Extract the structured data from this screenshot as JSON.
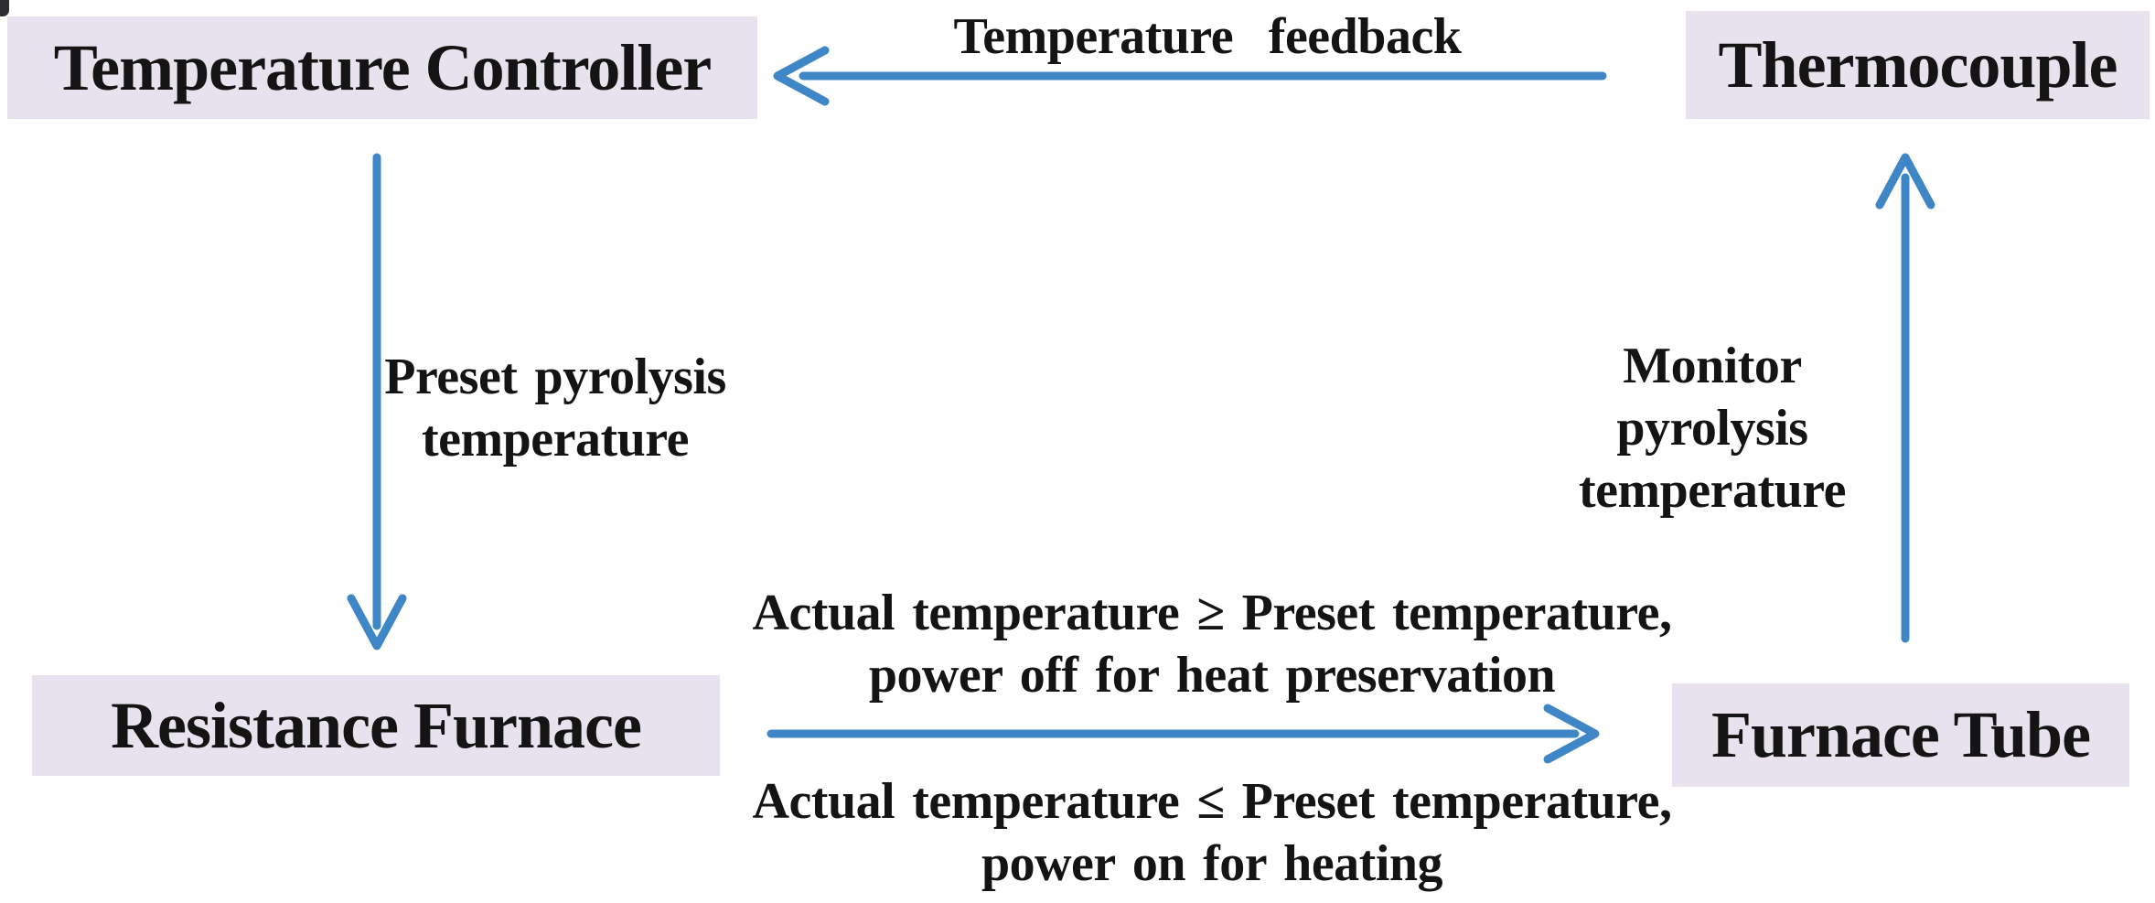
{
  "colors": {
    "background": "#ffffff",
    "box_fill": "#e8e2ee",
    "box_text": "#141414",
    "label_text": "#141414",
    "arrow": "#3e86c5"
  },
  "nodes": {
    "temperature_controller": "Temperature Controller",
    "thermocouple": "Thermocouple",
    "resistance_furnace": "Resistance Furnace",
    "furnace_tube": "Furnace Tube"
  },
  "edges": {
    "feedback": {
      "from": "Thermocouple",
      "to": "Temperature Controller",
      "direction": "left",
      "lines": [
        "Temperature feedback"
      ]
    },
    "preset": {
      "from": "Temperature Controller",
      "to": "Resistance Furnace",
      "direction": "down",
      "lines": [
        "Preset pyrolysis",
        "temperature"
      ]
    },
    "power": {
      "from": "Resistance Furnace",
      "to": "Furnace Tube",
      "direction": "right",
      "label_above_lines": [
        "Actual temperature ≥ Preset temperature,",
        "power off for heat preservation"
      ],
      "label_below_lines": [
        "Actual temperature ≤ Preset temperature,",
        "power on for heating"
      ]
    },
    "monitor": {
      "from": "Furnace Tube",
      "to": "Thermocouple",
      "direction": "up",
      "lines": [
        "Monitor",
        "pyrolysis",
        "temperature"
      ]
    }
  }
}
